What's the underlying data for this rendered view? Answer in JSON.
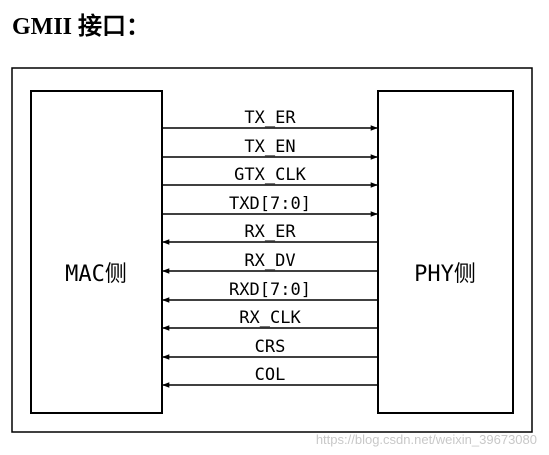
{
  "heading": "GMII 接口：",
  "left_block": {
    "label": "MAC侧"
  },
  "right_block": {
    "label": "PHY侧"
  },
  "signals": [
    {
      "name": "TX_ER",
      "direction": "mac-to-phy"
    },
    {
      "name": "TX_EN",
      "direction": "mac-to-phy"
    },
    {
      "name": "GTX_CLK",
      "direction": "mac-to-phy"
    },
    {
      "name": "TXD[7:0]",
      "direction": "mac-to-phy"
    },
    {
      "name": "RX_ER",
      "direction": "phy-to-mac"
    },
    {
      "name": "RX_DV",
      "direction": "phy-to-mac"
    },
    {
      "name": "RXD[7:0]",
      "direction": "phy-to-mac"
    },
    {
      "name": "RX_CLK",
      "direction": "phy-to-mac"
    },
    {
      "name": "CRS",
      "direction": "phy-to-mac"
    },
    {
      "name": "COL",
      "direction": "phy-to-mac"
    }
  ],
  "watermark": "https://blog.csdn.net/weixin_39673080"
}
